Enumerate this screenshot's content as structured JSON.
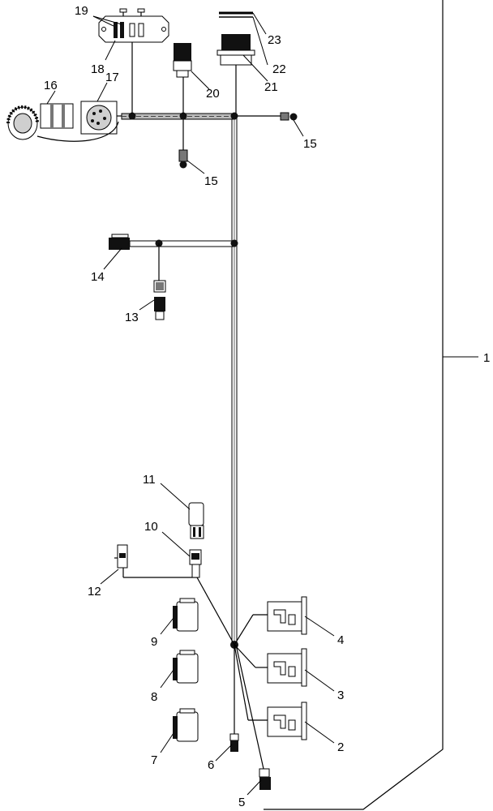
{
  "callouts": {
    "c1": "1",
    "c2": "2",
    "c3": "3",
    "c4": "4",
    "c5": "5",
    "c6": "6",
    "c7": "7",
    "c8": "8",
    "c9": "9",
    "c10": "10",
    "c11": "11",
    "c12": "12",
    "c13": "13",
    "c14": "14",
    "c15a": "15",
    "c15b": "15",
    "c16": "16",
    "c17": "17",
    "c18": "18",
    "c19": "19",
    "c20": "20",
    "c21": "21",
    "c22": "22",
    "c23": "23"
  }
}
